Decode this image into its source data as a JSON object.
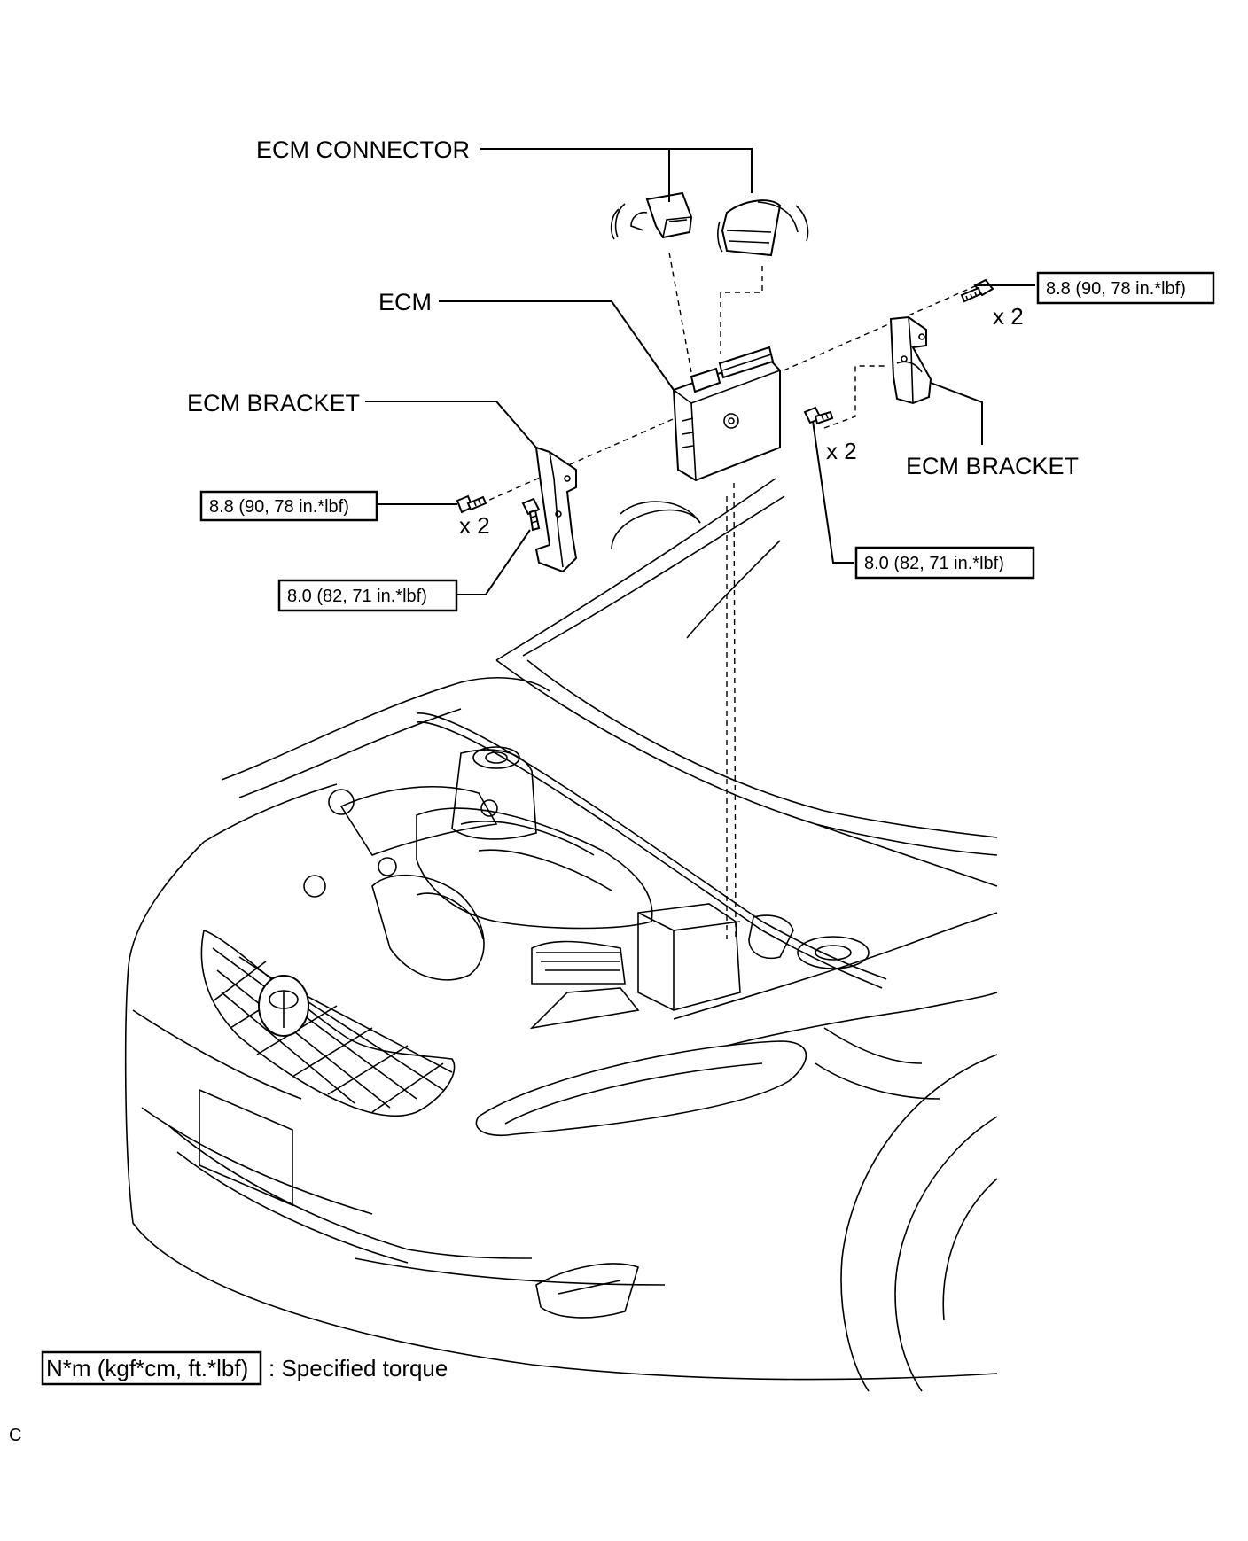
{
  "labels": {
    "ecm_connector": "ECM CONNECTOR",
    "ecm": "ECM",
    "ecm_bracket_left": "ECM BRACKET",
    "ecm_bracket_right": "ECM BRACKET"
  },
  "torque_specs": {
    "upper_right": "8.8 (90, 78 in.*lbf)",
    "left_upper": "8.8 (90, 78 in.*lbf)",
    "left_lower": "8.0 (82, 71 in.*lbf)",
    "right_lower": "8.0 (82, 71 in.*lbf)"
  },
  "quantities": {
    "upper_right": "x 2",
    "left": "x 2",
    "right_lower": "x 2"
  },
  "legend": {
    "unit_box": "N*m (kgf*cm, ft.*lbf)",
    "description": ": Specified torque"
  },
  "corner_code": "C"
}
